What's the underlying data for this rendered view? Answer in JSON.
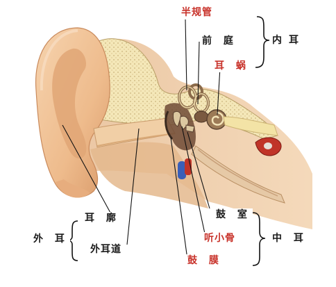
{
  "labels": {
    "semicircular_canals": "半规管",
    "vestibule": "前 庭",
    "cochlea": "耳 蜗",
    "inner_ear": "内耳",
    "auricle": "耳 廓",
    "outer_ear": "外 耳",
    "ear_canal": "外耳道",
    "tympanic_cavity": "鼓 室",
    "ossicles": "听小骨",
    "middle_ear": "中 耳",
    "eardrum": "鼓 膜"
  },
  "colors": {
    "label_text": "#1a1a1a",
    "accent_label_text": "#c8322a",
    "skin": "#f2c79e",
    "skin_shadow": "#d89a6c",
    "bone": "#f4e7b8",
    "bone_dots": "#c9b27a",
    "inner_ear_structure": "#8a6a4a",
    "nerve_yellow": "#f3e3a6",
    "vessel_red": "#c03428",
    "tube_blue": "#3a5fb8"
  }
}
